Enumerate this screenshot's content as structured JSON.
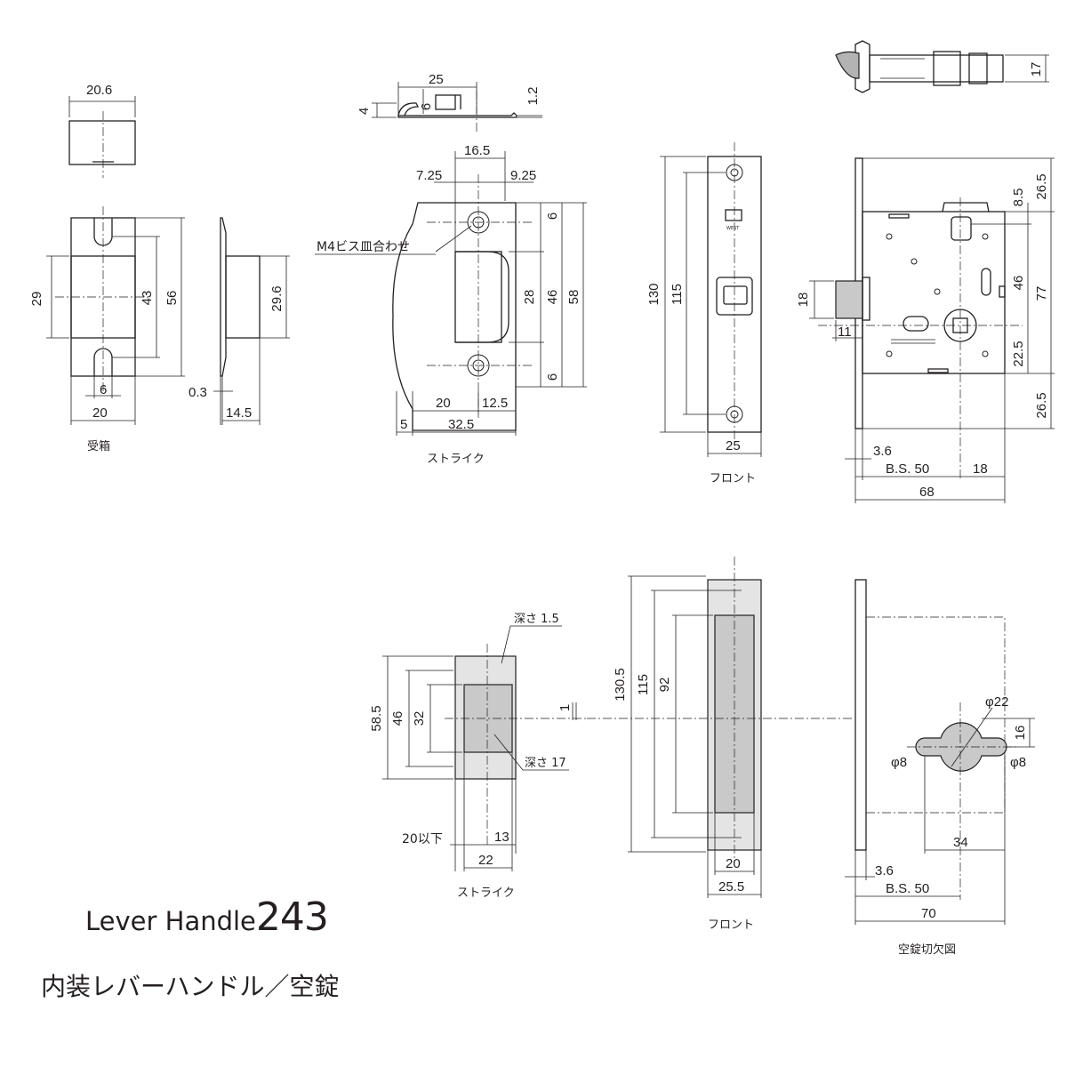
{
  "title": {
    "en_prefix": "Lever Handle",
    "model": "243",
    "jp": "内装レバーハンドル／空錠"
  },
  "views": {
    "ukebako": {
      "label": "受箱",
      "dims": {
        "w_top": "20.6",
        "h29": "29",
        "h43": "43",
        "h56": "56",
        "w6": "6",
        "w20": "20",
        "t03": "0.3",
        "d145": "14.5",
        "h296": "29.6"
      }
    },
    "strike_top": {
      "label": "ストライク",
      "dims": {
        "w25": "25",
        "d6": "6",
        "h4": "4",
        "t12": "1.2",
        "w165": "16.5",
        "w725": "7.25",
        "w925": "9.25",
        "h6a": "6",
        "h28": "28",
        "h46": "46",
        "h58": "58",
        "h6b": "6",
        "w20": "20",
        "w125": "12.5",
        "w5": "5",
        "w325": "32.5"
      },
      "callout": "M4ビス皿合わせ"
    },
    "front_top": {
      "label": "フロント",
      "dims": {
        "h130": "130",
        "h115": "115",
        "w25": "25"
      }
    },
    "case": {
      "dims": {
        "h17": "17",
        "h265a": "26.5",
        "h85": "8.5",
        "h46": "46",
        "h77": "77",
        "h225": "22.5",
        "h265b": "26.5",
        "h18": "18",
        "w11": "11",
        "w36": "3.6",
        "bs": "B.S. 50",
        "w18": "18",
        "w68": "68"
      }
    },
    "strike_cut": {
      "label": "ストライク",
      "dims": {
        "depth15": "深さ 1.5",
        "depth17": "深さ 17",
        "h585": "58.5",
        "h46": "46",
        "h32": "32",
        "w1": "1",
        "w20max": "20以下",
        "w13": "13",
        "w22": "22"
      }
    },
    "front_cut": {
      "label": "フロント",
      "dims": {
        "h1305": "130.5",
        "h115": "115",
        "h92": "92",
        "w20": "20",
        "w255": "25.5"
      }
    },
    "case_cut": {
      "label": "空錠切欠図",
      "dims": {
        "d22": "φ22",
        "d8a": "φ8",
        "d8b": "φ8",
        "h16": "16",
        "w34": "34",
        "w36": "3.6",
        "bs": "B.S. 50",
        "w70": "70"
      }
    }
  }
}
